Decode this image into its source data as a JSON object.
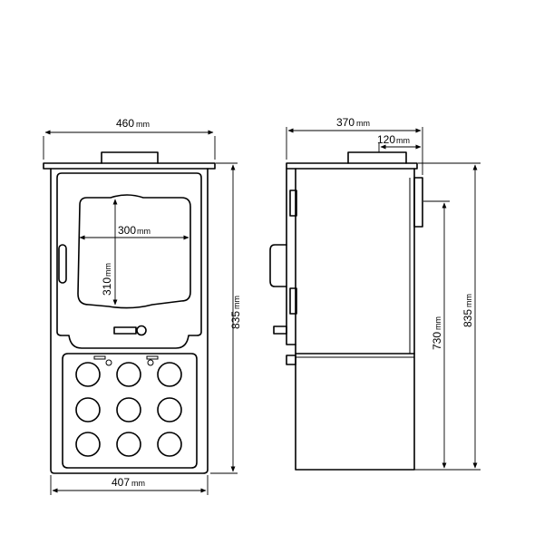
{
  "dimensions": {
    "front_width": {
      "value": "460",
      "unit": "mm"
    },
    "side_depth": {
      "value": "370",
      "unit": "mm"
    },
    "flue_offset": {
      "value": "120",
      "unit": "mm"
    },
    "window_width": {
      "value": "300",
      "unit": "mm"
    },
    "window_height": {
      "value": "310",
      "unit": "mm"
    },
    "front_height": {
      "value": "835",
      "unit": "mm"
    },
    "side_height": {
      "value": "835",
      "unit": "mm"
    },
    "flue_height": {
      "value": "730",
      "unit": "mm"
    },
    "base_width": {
      "value": "407",
      "unit": "mm"
    }
  }
}
